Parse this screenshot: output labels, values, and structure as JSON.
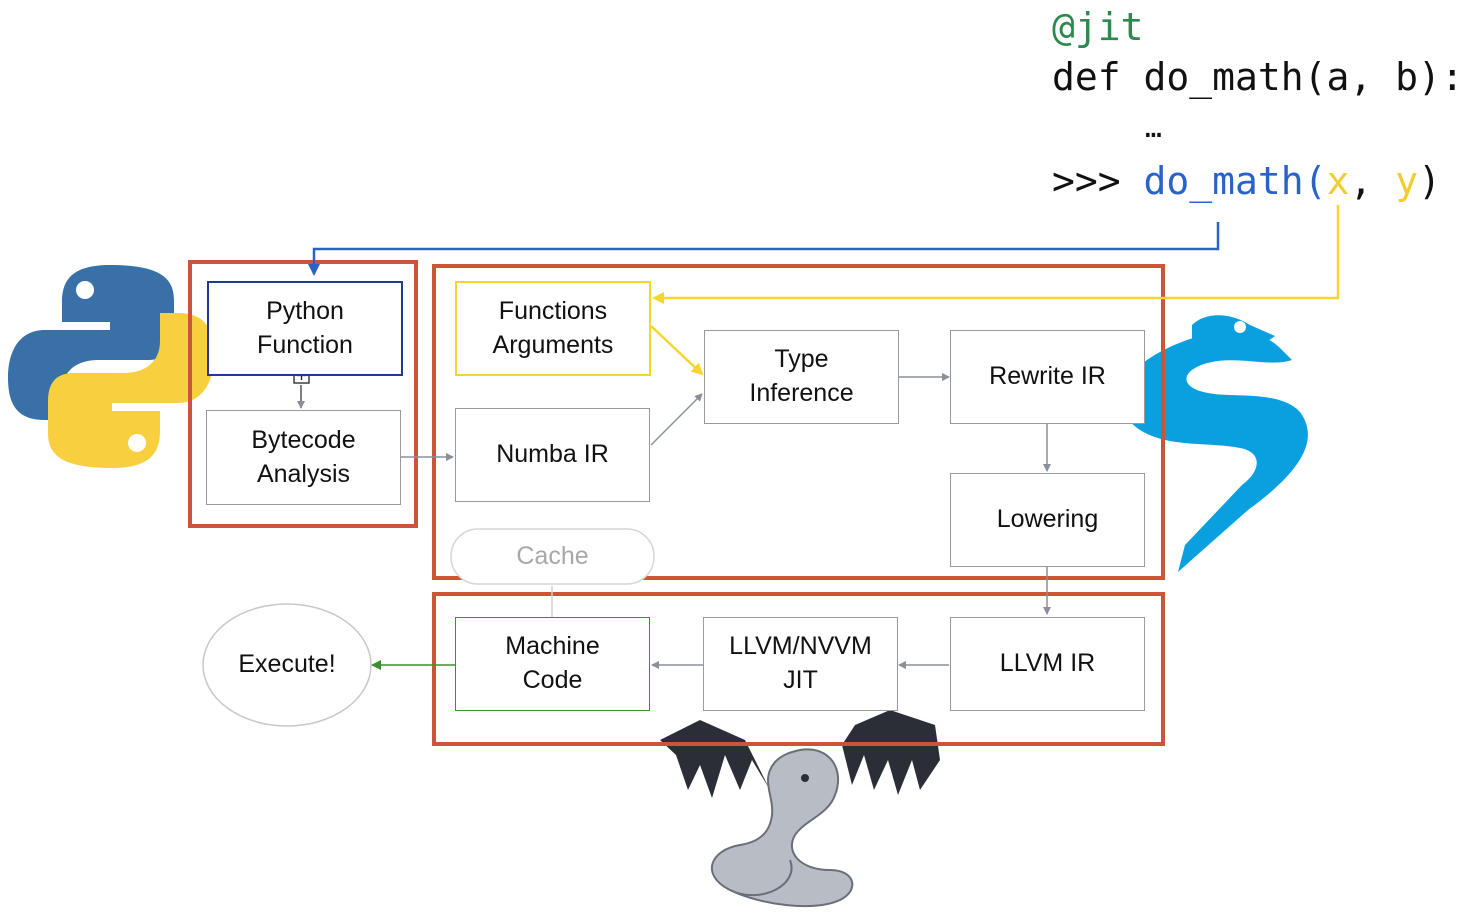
{
  "code": {
    "decorator": "@jit",
    "def_line": "def do_math(a, b):",
    "ellipsis": "…",
    "prompt": ">>>",
    "call_func": "do_math",
    "call_open": "(",
    "call_x": "x",
    "call_sep": ", ",
    "call_y": "y",
    "call_close": ")"
  },
  "nodes": {
    "python_function": "Python\nFunction",
    "bytecode_analysis": "Bytecode\nAnalysis",
    "functions_arguments": "Functions\nArguments",
    "numba_ir": "Numba IR",
    "type_inference": "Type\nInference",
    "rewrite_ir": "Rewrite IR",
    "lowering": "Lowering",
    "cache": "Cache",
    "llvm_ir": "LLVM IR",
    "llvm_nvvm_jit": "LLVM/NVVM\nJIT",
    "machine_code": "Machine\nCode",
    "execute": "Execute!"
  },
  "colors": {
    "stage_box": "#cc5438",
    "python_blue": "#1f3a93",
    "args_yellow": "#f7d52e",
    "call_blue": "#2a63c7",
    "code_green": "#2d8a4e",
    "machine_green": "#3c8f2e",
    "arrow_gray": "#8a8f98",
    "numba_cyan": "#0aa0e0",
    "python_logo_blue": "#3a70a8",
    "python_logo_yellow": "#f8cf3e",
    "dragon_dark": "#2b2e36"
  },
  "icons": [
    "python-logo",
    "numba-logo",
    "llvm-dragon-logo",
    "expand-icon"
  ]
}
